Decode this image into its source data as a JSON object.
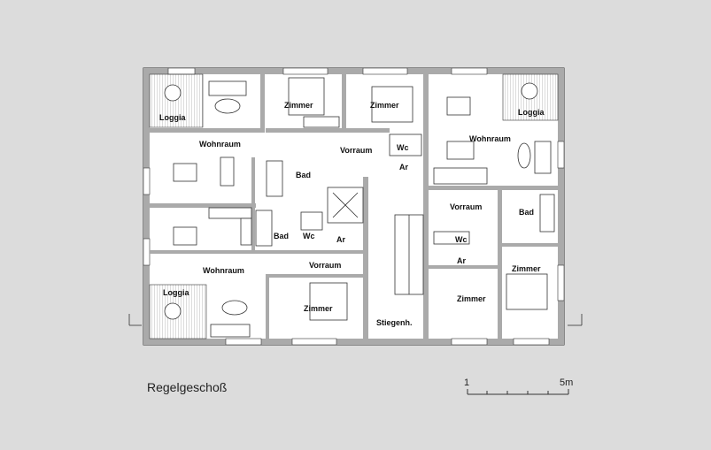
{
  "title": "Regelgeschoß",
  "scale": {
    "start_label": "1",
    "end_label": "5m"
  },
  "rooms": {
    "loggia_nw": "Loggia",
    "loggia_ne": "Loggia",
    "loggia_sw": "Loggia",
    "wohnraum_nw": "Wohnraum",
    "wohnraum_ne": "Wohnraum",
    "wohnraum_sw": "Wohnraum",
    "zimmer_n1": "Zimmer",
    "zimmer_n2": "Zimmer",
    "zimmer_e": "Zimmer",
    "zimmer_se": "Zimmer",
    "zimmer_s": "Zimmer",
    "vorraum_n": "Vorraum",
    "vorraum_e": "Vorraum",
    "vorraum_s": "Vorraum",
    "bad_n": "Bad",
    "bad_e": "Bad",
    "bad_s": "Bad",
    "wc_n": "Wc",
    "wc_e": "Wc",
    "wc_s": "Wc",
    "ar_n": "Ar",
    "ar_e": "Ar",
    "ar_s": "Ar",
    "stairs": "Stiegenh."
  }
}
